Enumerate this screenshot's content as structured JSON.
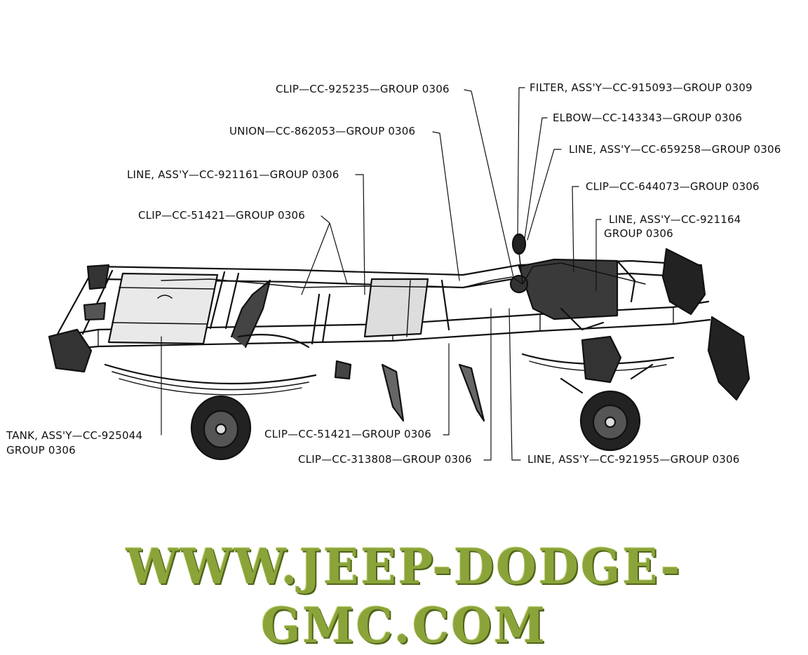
{
  "callouts": {
    "clip_925235": "CLIP—CC-925235—GROUP 0306",
    "union_862053": "UNION—CC-862053—GROUP 0306",
    "line_921161": "LINE, ASS'Y—CC-921161—GROUP 0306",
    "clip_51421_top": "CLIP—CC-51421—GROUP 0306",
    "filter_915093": "FILTER, ASS'Y—CC-915093—GROUP 0309",
    "elbow_143343": "ELBOW—CC-143343—GROUP 0306",
    "line_659258": "LINE, ASS'Y—CC-659258—GROUP 0306",
    "clip_644073": "CLIP—CC-644073—GROUP 0306",
    "line_921164_a": "LINE, ASS'Y—CC-921164",
    "line_921164_b": "GROUP 0306",
    "tank_925044_a": "TANK, ASS'Y—CC-925044",
    "tank_925044_b": "GROUP 0306",
    "clip_51421_bottom": "CLIP—CC-51421—GROUP 0306",
    "clip_313808": "CLIP—CC-313808—GROUP 0306",
    "line_921955": "LINE, ASS'Y—CC-921955—GROUP 0306"
  },
  "watermark": "WWW.JEEP-DODGE-GMC.COM",
  "colors": {
    "ink": "#111111",
    "watermark": "#8aa43a"
  }
}
